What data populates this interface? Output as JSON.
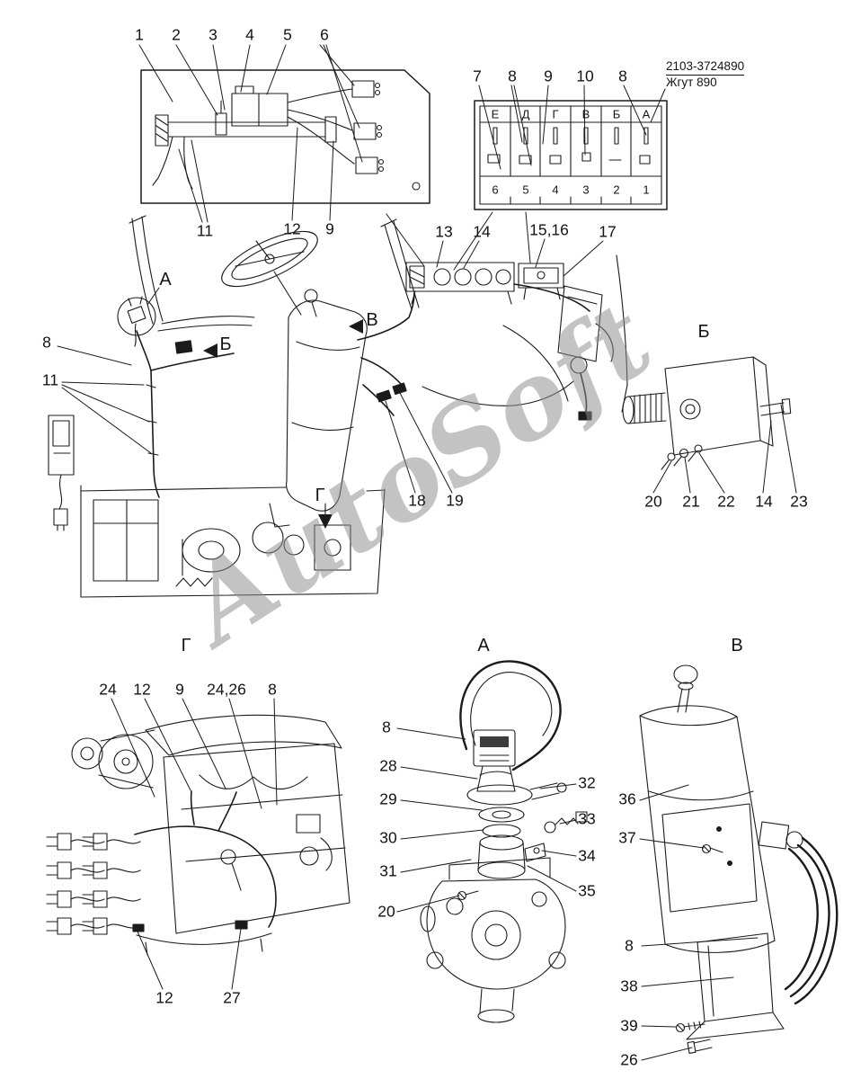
{
  "watermark": "AutoSoft",
  "header": {
    "part_number": "2103-3724890",
    "part_name": "Жгут 890"
  },
  "connector_block": {
    "letters": [
      "Е",
      "Д",
      "Г",
      "В",
      "Б",
      "А"
    ],
    "numbers": [
      "6",
      "5",
      "4",
      "3",
      "2",
      "1"
    ]
  },
  "view_arrows": {
    "a": "А",
    "b": "Б",
    "v": "В",
    "g": "Г"
  },
  "detail_titles": {
    "b": "Б",
    "g": "Г",
    "a": "А",
    "v": "В"
  },
  "callouts": {
    "panel_top": [
      "1",
      "2",
      "3",
      "4",
      "5",
      "6"
    ],
    "panel_bottom": [
      "11",
      "12",
      "9"
    ],
    "connector": [
      "7",
      "8",
      "9",
      "10",
      "8"
    ],
    "main_top": [
      "13",
      "14",
      "15,16",
      "17"
    ],
    "main_left": [
      "8",
      "11"
    ],
    "main_center": [
      "18",
      "19"
    ],
    "detail_b": [
      "20",
      "21",
      "22",
      "14",
      "23"
    ],
    "detail_g_top": [
      "24",
      "12",
      "9",
      "24,26",
      "8"
    ],
    "detail_g_bottom": [
      "12",
      "27"
    ],
    "detail_a_left": [
      "8",
      "28",
      "29",
      "30",
      "31",
      "20"
    ],
    "detail_a_right": [
      "32",
      "33",
      "34",
      "35"
    ],
    "detail_v": [
      "36",
      "37",
      "8",
      "38",
      "39",
      "26"
    ]
  }
}
